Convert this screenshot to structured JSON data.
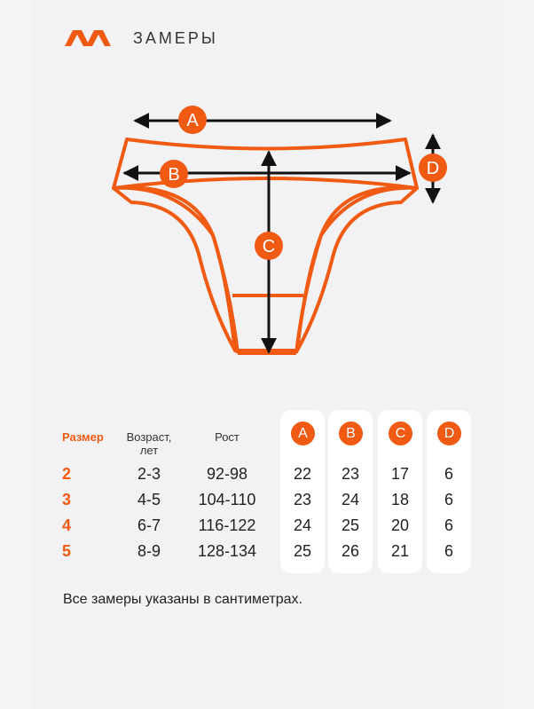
{
  "header": {
    "title": "ЗАМЕРЫ",
    "logo_icon": "double-arrow-logo-icon"
  },
  "diagram": {
    "labels": [
      "A",
      "B",
      "C",
      "D"
    ],
    "accent_color": "#f05a13",
    "arrow_color": "#111111"
  },
  "table": {
    "headers": {
      "size": "Размер",
      "age": "Возраст, лет",
      "height": "Рост"
    },
    "measure_cols": [
      "A",
      "B",
      "C",
      "D"
    ],
    "rows": [
      {
        "size": "2",
        "age": "2-3",
        "height": "92-98",
        "m": [
          "22",
          "23",
          "17",
          "6"
        ]
      },
      {
        "size": "3",
        "age": "4-5",
        "height": "104-110",
        "m": [
          "23",
          "24",
          "18",
          "6"
        ]
      },
      {
        "size": "4",
        "age": "6-7",
        "height": "116-122",
        "m": [
          "24",
          "25",
          "20",
          "6"
        ]
      },
      {
        "size": "5",
        "age": "8-9",
        "height": "128-134",
        "m": [
          "25",
          "26",
          "21",
          "6"
        ]
      }
    ]
  },
  "note": "Все замеры указаны в сантиметрах."
}
